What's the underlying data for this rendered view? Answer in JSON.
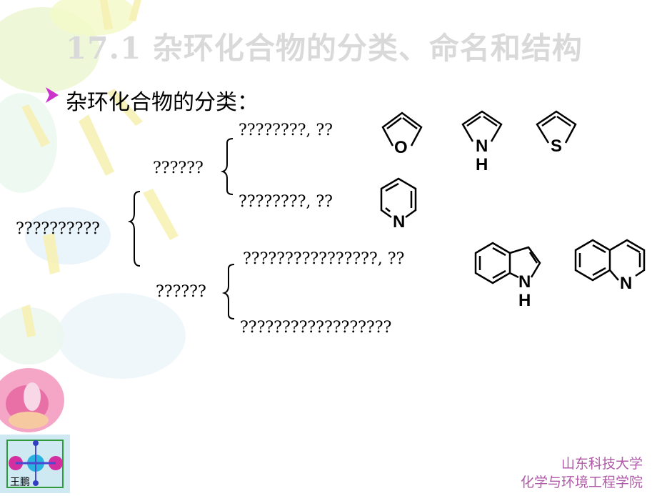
{
  "slide": {
    "title": "17.1 杂环化合物的分类、命名和结构",
    "bullet": "杂环化合物的分类："
  },
  "tree": {
    "root": "??????????",
    "branch_1": "??????",
    "branch_2": "??????",
    "leaf_1": "????????, ??",
    "leaf_2": "????????, ??",
    "leaf_3": "????????????????, ??",
    "leaf_4": "??????????????????"
  },
  "molecules": {
    "furan_atom": "O",
    "pyrrole_atom_n": "N",
    "pyrrole_atom_h": "H",
    "thiophene_atom": "S",
    "pyridine_atom": "N",
    "indole_atom_n": "N",
    "indole_atom_h": "H",
    "quinoline_atom": "N"
  },
  "footer": {
    "line1": "山东科技大学",
    "line2": "化学与环境工程学院"
  },
  "badge": {
    "label": "王鹏"
  },
  "colors": {
    "title": "#d9d9d9",
    "bullet_arrow": "#cc33cc",
    "footer": "#b05aa8"
  }
}
